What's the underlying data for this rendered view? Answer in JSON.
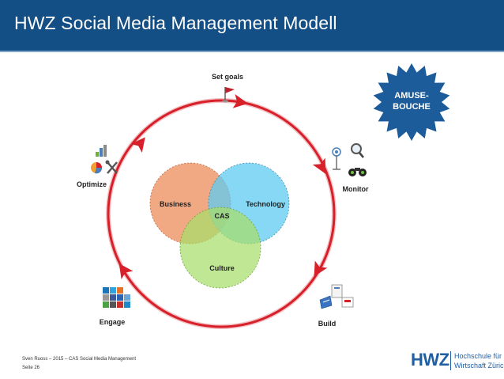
{
  "header": {
    "title": "HWZ Social Media Management Modell"
  },
  "cycle": {
    "steps": {
      "set_goals": "Set goals",
      "monitor": "Monitor",
      "build": "Build",
      "engage": "Engage",
      "optimize": "Optimize"
    }
  },
  "venn": {
    "business": "Business",
    "technology": "Technology",
    "culture": "Culture",
    "center": "CAS"
  },
  "badge": {
    "line1": "AMUSE-",
    "line2": "BOUCHE"
  },
  "footer": {
    "line1": "Sven Ruoss – 2015 – CAS Social Media Management",
    "line2": "Seite 26"
  },
  "logo": {
    "mark": "HWZ",
    "line1": "Hochschule für",
    "line2": "Wirtschaft Zürich"
  },
  "colors": {
    "header": "#134e84",
    "cycle": "#d8202a",
    "business": "#ef9a6e",
    "technology": "#5fcbf2",
    "culture": "#a8de6a",
    "badge": "#1c5c9a"
  },
  "icons": [
    "flag-icon",
    "satellite-icon",
    "magnifier-icon",
    "binoculars-icon",
    "tools-icon",
    "social-grid-icon",
    "bar-chart-icon",
    "pie-chart-icon",
    "wrench-icon"
  ]
}
